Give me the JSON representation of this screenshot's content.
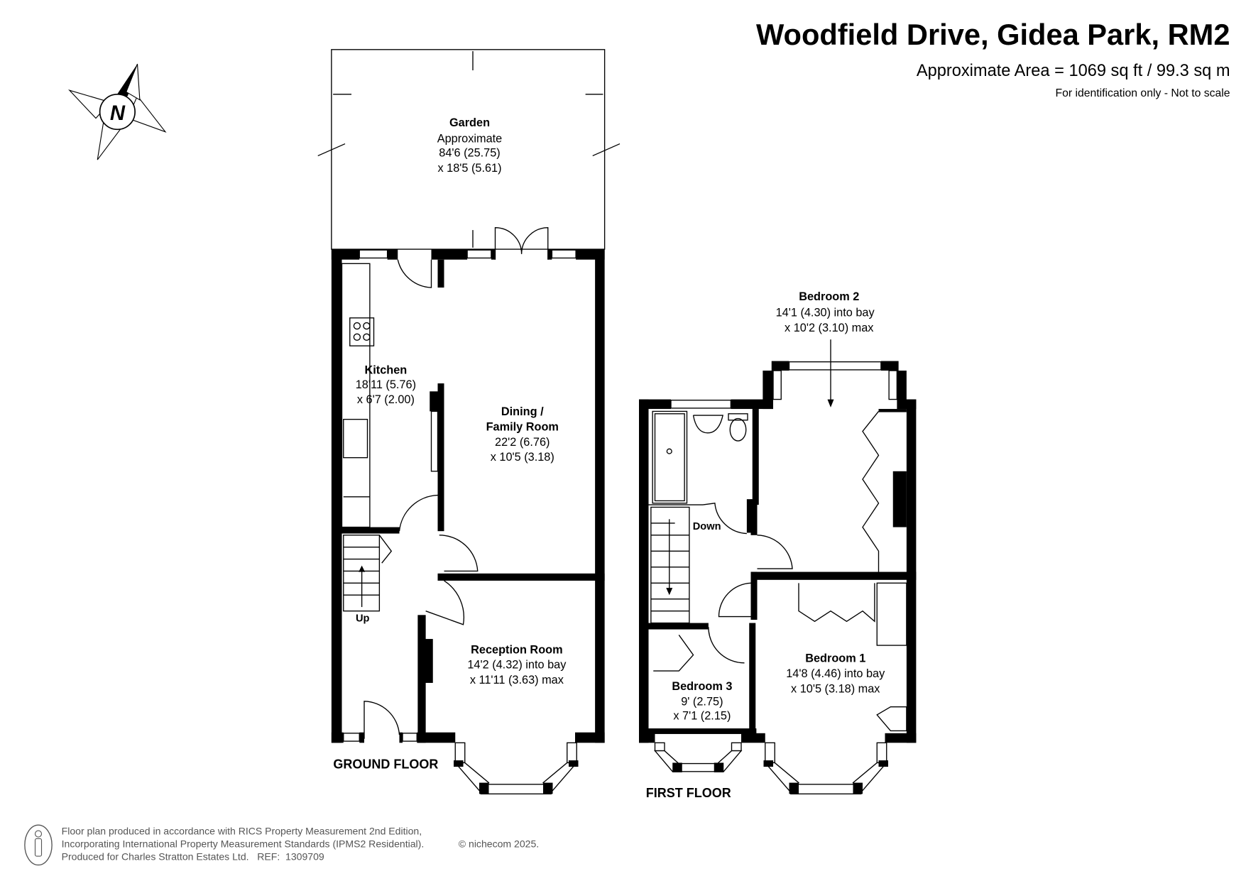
{
  "header": {
    "title": "Woodfield Drive, Gidea Park, RM2",
    "area": "Approximate Area = 1069 sq ft / 99.3 sq m",
    "disclaimer": "For identification only - Not to scale"
  },
  "compass": {
    "label": "N"
  },
  "ground_floor": {
    "label": "GROUND FLOOR",
    "garden": {
      "name": "Garden",
      "l1": "Approximate",
      "l2": "84'6 (25.75)",
      "l3": "x 18'5 (5.61)"
    },
    "kitchen": {
      "name": "Kitchen",
      "l1": "18'11 (5.76)",
      "l2": "x 6'7 (2.00)"
    },
    "dining": {
      "name1": "Dining /",
      "name2": "Family Room",
      "l1": "22'2 (6.76)",
      "l2": "x 10'5 (3.18)"
    },
    "reception": {
      "name": "Reception Room",
      "l1": "14'2 (4.32) into bay",
      "l2": "x 11'11 (3.63) max"
    },
    "stairs_label": "Up"
  },
  "first_floor": {
    "label": "FIRST FLOOR",
    "bedroom2": {
      "name": "Bedroom 2",
      "l1": "14'1 (4.30) into bay",
      "l2": "x 10'2 (3.10) max"
    },
    "bedroom1": {
      "name": "Bedroom 1",
      "l1": "14'8 (4.46) into bay",
      "l2": "x 10'5 (3.18) max"
    },
    "bedroom3": {
      "name": "Bedroom 3",
      "l1": "9' (2.75)",
      "l2": "x 7'1 (2.15)"
    },
    "stairs_label": "Down"
  },
  "footer": {
    "line1": "Floor plan produced in accordance with RICS Property Measurement 2nd Edition,",
    "line2": "Incorporating International Property Measurement Standards (IPMS2 Residential).",
    "copyright": "© nichecom 2025.",
    "line3": "Produced for Charles Stratton Estates Ltd.   REF:  1309709"
  }
}
